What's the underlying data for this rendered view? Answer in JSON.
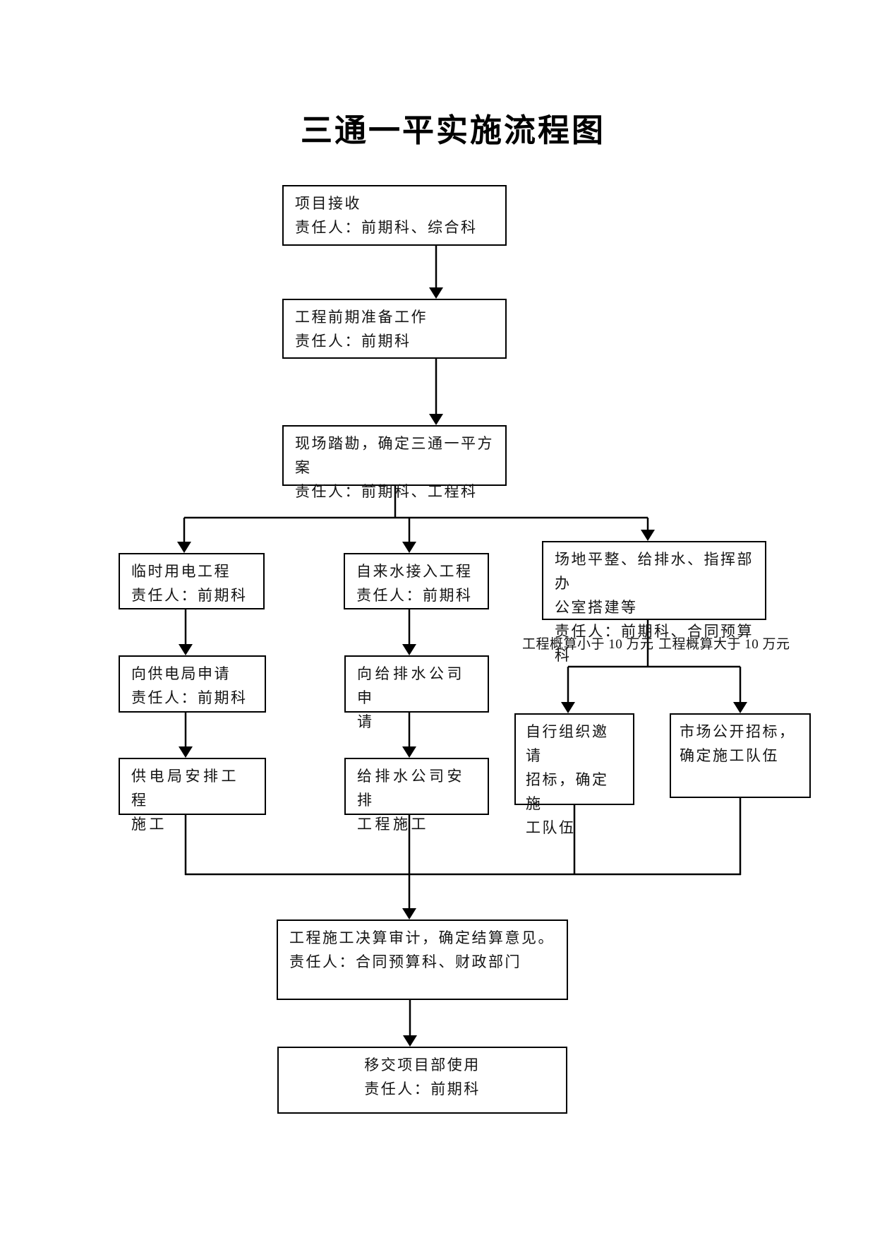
{
  "title": "三通一平实施流程图",
  "nodes": {
    "receive": [
      "项目接收",
      "责任人：前期科、综合科"
    ],
    "prep": [
      "工程前期准备工作",
      "责任人：前期科"
    ],
    "survey": [
      "现场踏勘，确定三通一平方案",
      "责任人：前期科、工程科"
    ],
    "temp_power": [
      "临时用电工程",
      "责任人：前期科"
    ],
    "tap_water": [
      "自来水接入工程",
      "责任人：前期科"
    ],
    "site_leveling": [
      "场地平整、给排水、指挥部办",
      "公室搭建等",
      "责任人：前期科、合同预算科"
    ],
    "apply_power": [
      "向供电局申请",
      "责任人：前期科"
    ],
    "apply_water": [
      "向给排水公司申",
      "请"
    ],
    "power_construction": [
      "供电局安排工程",
      "施工"
    ],
    "water_construction": [
      "给排水公司安排",
      "工程施工"
    ],
    "invited_bidding": [
      "自行组织邀请",
      "招标，确定施",
      "工队伍"
    ],
    "open_bidding": [
      "市场公开招标，",
      "确定施工队伍"
    ],
    "audit": [
      "工程施工决算审计，确定结算意见。",
      "责任人：合同预算科、财政部门"
    ],
    "handover": [
      "移交项目部使用",
      "责任人：前期科"
    ]
  },
  "branch_labels": {
    "under_100k": "工程概算小于 10 万元",
    "over_100k": "工程概算大于 10 万元"
  },
  "colors": {
    "line": "#000000",
    "background": "#ffffff",
    "text": "#141414"
  }
}
